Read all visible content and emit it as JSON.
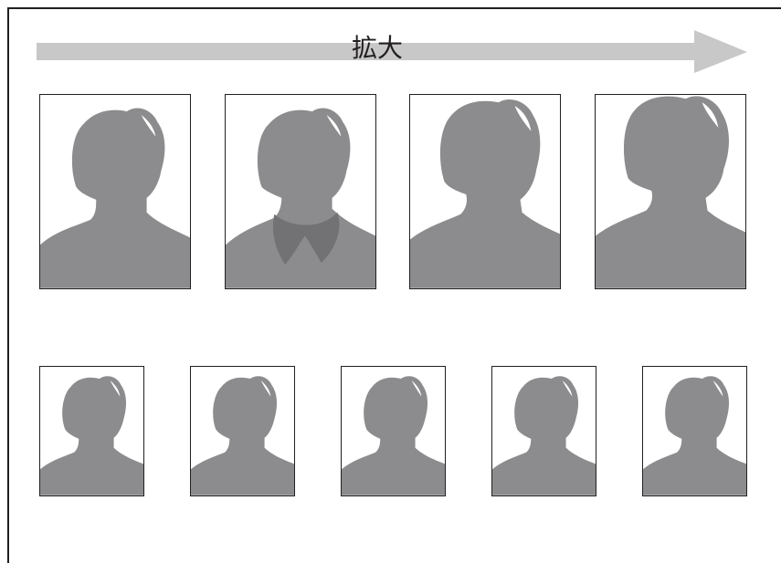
{
  "arrow": {
    "label": "拡大"
  },
  "colors": {
    "frame_line": "#231f20",
    "arrow": "#c8c8c8",
    "silhouette": "#8c8c8e",
    "bow_tie": "#727274",
    "background": "#ffffff"
  },
  "top_row": {
    "count": 4,
    "variants": [
      "plain-head-shoulders",
      "bow-tie-collar",
      "plain-head-shoulders",
      "plain-head-shoulders"
    ]
  },
  "bottom_row": {
    "count": 5,
    "variants": [
      "plain-head-shoulders",
      "plain-head-shoulders",
      "plain-head-shoulders",
      "plain-head-shoulders",
      "plain-head-shoulders"
    ]
  }
}
